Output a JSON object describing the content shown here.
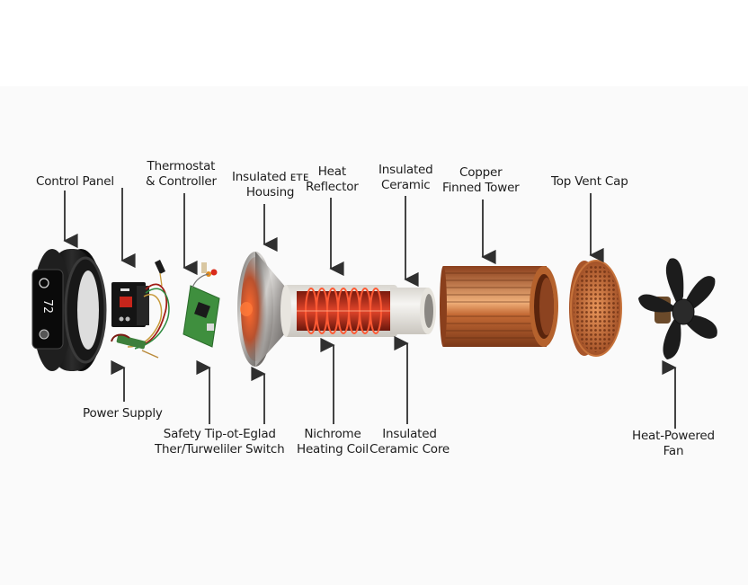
{
  "diagram": {
    "type": "exploded-view",
    "subject": "heater / heat-powered fan assembly",
    "background": {
      "top_band": "#ffffff",
      "main": "#fafafa"
    },
    "colors": {
      "copper": "#c46a35",
      "coil_glow": "#e2452a",
      "ceramic": "#ecebe6",
      "steel": "#9a9794",
      "plastic_black": "#1b1b1b",
      "pcb_green": "#3f8f3e",
      "arrow": "#2f2f2f",
      "text": "#1d1d1d"
    },
    "top_labels": [
      {
        "id": "control-panel",
        "lines": [
          "Control Panel"
        ]
      },
      {
        "id": "thermostat",
        "lines": [
          "Thermostat",
          "& Controller"
        ]
      },
      {
        "id": "housing",
        "lines": [
          "Insulated ᴇᴛᴇ",
          "Housing"
        ]
      },
      {
        "id": "heat-reflector",
        "lines": [
          "Heat",
          "Reflector"
        ]
      },
      {
        "id": "insulated-ceramic",
        "lines": [
          "Insulated",
          "Ceramic"
        ]
      },
      {
        "id": "copper-tower",
        "lines": [
          "Copper",
          "Finned Tower"
        ]
      },
      {
        "id": "top-vent-cap",
        "lines": [
          "Top Vent Cap"
        ]
      }
    ],
    "bottom_labels": [
      {
        "id": "power-supply",
        "lines": [
          "Power Supply"
        ]
      },
      {
        "id": "safety-switch",
        "lines": [
          "Safety Tip-ot-Eglad",
          "Ther/Turweliler Switch"
        ]
      },
      {
        "id": "nichrome-coil",
        "lines": [
          "Nichrome",
          "Heating Coil"
        ]
      },
      {
        "id": "ceramic-core",
        "lines": [
          "Insulated",
          "Ceramic Core"
        ]
      },
      {
        "id": "fan",
        "lines": [
          "Heat-Powered",
          "Fan"
        ]
      }
    ],
    "control_panel_display": "72"
  }
}
